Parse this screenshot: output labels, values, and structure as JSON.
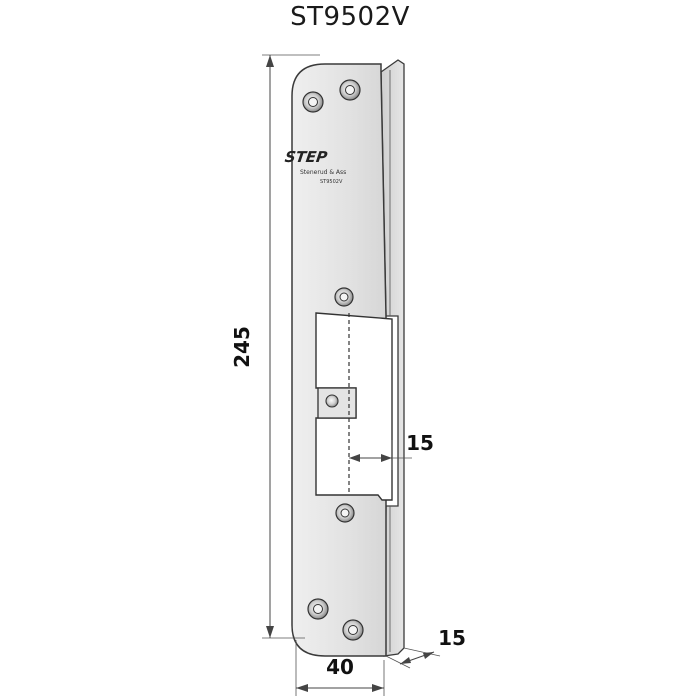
{
  "title": "ST9502V",
  "dimensions": {
    "height": "245",
    "width": "40",
    "flange": "15",
    "opening_depth": "15"
  },
  "logo": {
    "brand": "STEP",
    "subline": "Stenerud & Ass",
    "code": "ST9502V"
  },
  "colors": {
    "plate": "#e8e8e8",
    "outline": "#3a3a3a",
    "dimension": "#444444"
  }
}
